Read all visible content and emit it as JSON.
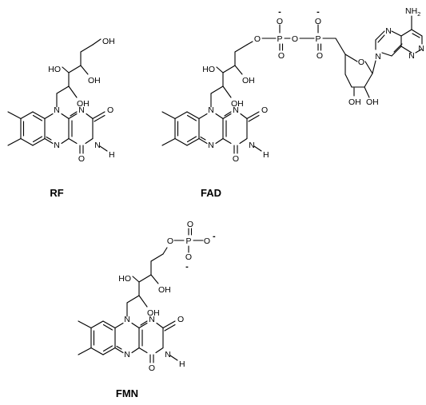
{
  "structures": [
    {
      "caption": "RF",
      "labels": {
        "n10": "N",
        "n5": "N",
        "n1": "N",
        "n3": "N",
        "h3": "H",
        "o2": "O",
        "o4": "O",
        "oh2": "OH",
        "oh3": "HO",
        "oh4": "OH",
        "oh5": "OH"
      }
    },
    {
      "caption": "FAD",
      "labels": {
        "n10": "N",
        "n5": "N",
        "n1": "N",
        "n3": "N",
        "h3": "H",
        "o2": "O",
        "o4": "O",
        "oh2": "OH",
        "oh3": "HO",
        "oh4": "OH",
        "o5": "O",
        "pa": "P",
        "pa_o": "O",
        "pa_om": "O",
        "pa_charge": "-",
        "pbridge": "O",
        "pb": "P",
        "pb_o": "O",
        "pb_om": "O",
        "pb_charge": "-",
        "ro": "O",
        "roh2": "OH",
        "roh3": "OH",
        "an9": "N",
        "an7": "N",
        "an1": "N",
        "an3": "N",
        "nh2": "NH",
        "nh2_sub": "2"
      }
    },
    {
      "caption": "FMN",
      "labels": {
        "n10": "N",
        "n5": "N",
        "n1": "N",
        "n3": "N",
        "h3": "H",
        "o2": "O",
        "o4": "O",
        "oh2": "OH",
        "oh3": "HO",
        "oh4": "OH",
        "o5": "O",
        "p": "P",
        "po_top": "O",
        "po_bot": "O",
        "po_right": "O",
        "charge_right": "-",
        "charge_bot": "-"
      }
    }
  ]
}
